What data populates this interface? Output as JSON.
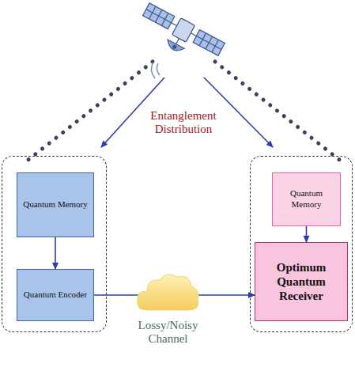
{
  "diagram": {
    "nodes": [
      {
        "text": []
      },
      {
        "text": [
          "Quantum Memory"
        ],
        "in": 0
      },
      {
        "text": [
          "Quantum Encoder"
        ],
        "in": 0
      },
      {
        "text": []
      },
      {
        "text": [
          "Quantum Memory"
        ],
        "in": 3
      },
      {
        "text": [
          "Optimum Quantum Receiver"
        ],
        "in": 3
      }
    ],
    "edges": [
      {
        "from": 1,
        "to": 2,
        "arrow": "to"
      },
      {
        "from": 2,
        "to": 5,
        "arrow": "to"
      },
      {
        "from": 4,
        "to": 5,
        "arrow": "to"
      }
    ],
    "labels": [
      "Entanglement Distribution",
      "Lossy/Noisy Channel"
    ]
  }
}
